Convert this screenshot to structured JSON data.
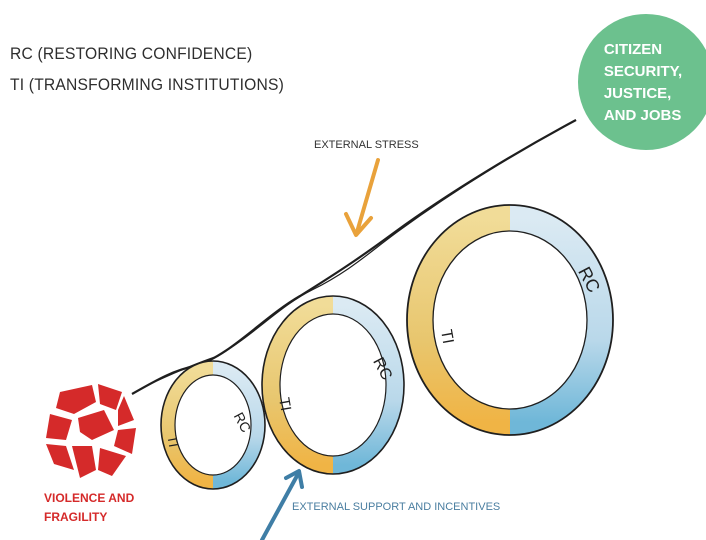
{
  "legend": {
    "rc": "RC (RESTORING CONFIDENCE)",
    "ti": "TI (TRANSFORMING INSTITUTIONS)"
  },
  "goal": {
    "lines": [
      "CITIZEN",
      "SECURITY,",
      "JUSTICE,",
      "AND JOBS"
    ],
    "color": "#6cc18e"
  },
  "start": {
    "lines": [
      "VIOLENCE AND",
      "FRAGILITY"
    ],
    "color": "#d52a2a"
  },
  "arrows": {
    "stress": {
      "label": "EXTERNAL STRESS",
      "color": "#e9a23b"
    },
    "support": {
      "label": "EXTERNAL SUPPORT AND INCENTIVES",
      "color": "#3f7ea6"
    }
  },
  "loops": [
    {
      "ti": "TI",
      "rc": "RC"
    },
    {
      "ti": "TI",
      "rc": "RC"
    },
    {
      "ti": "TI",
      "rc": "RC"
    }
  ],
  "colors": {
    "ti_band": "#e6c46e",
    "rc_band": "#bfdcec",
    "outline": "#1f1f1f"
  }
}
